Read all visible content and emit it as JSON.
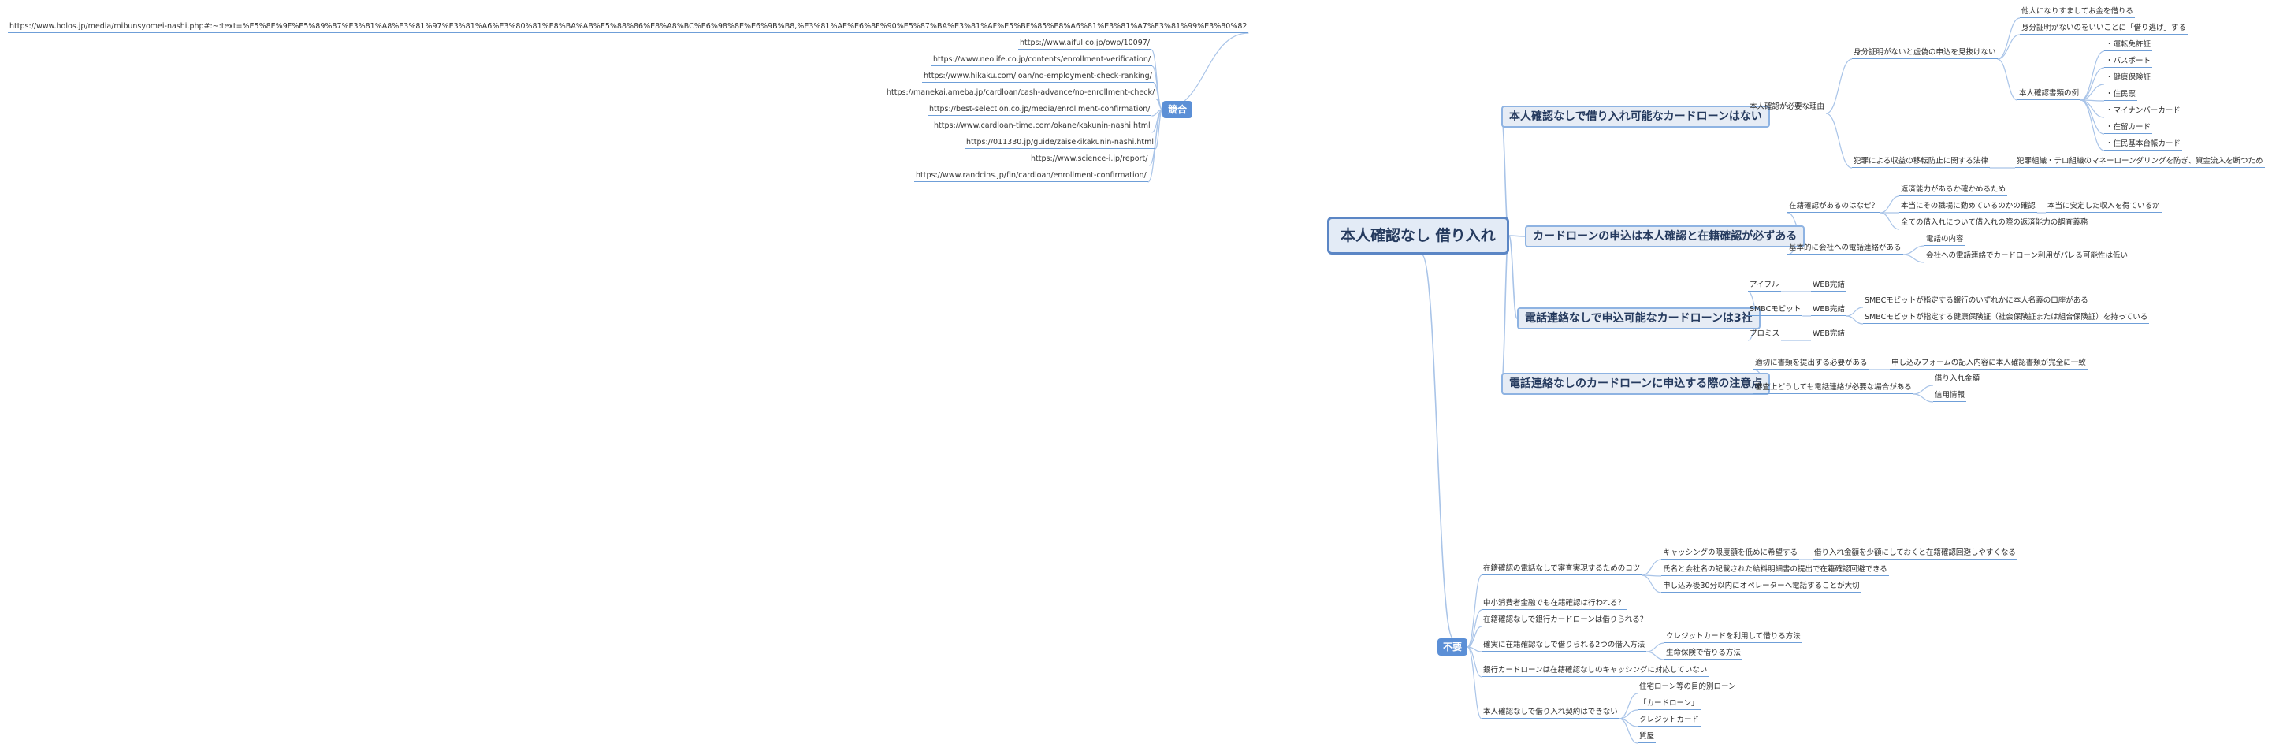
{
  "root": "本人確認なし 借り入れ",
  "main_topics": [
    "本人確認なしで借り入れ可能なカードローンはない",
    "カードローンの申込は本人確認と在籍確認が必ずある",
    "電話連絡なしで申込可能なカードローンは3社",
    "電話連絡なしのカードローンに申込する際の注意点"
  ],
  "t1": {
    "reason": "本人確認が必要な理由",
    "impersonation": "身分証明がないと虚偽の申込を見抜けない",
    "impersonation_items": [
      "他人になりすましてお金を借りる",
      "身分証明がないのをいいことに「借り逃げ」する"
    ],
    "docs": "本人確認書類の例",
    "docs_items": [
      "・運転免許証",
      "・パスポート",
      "・健康保険証",
      "・住民票",
      "・マイナンバーカード",
      "・在留カード",
      "・住民基本台帳カード"
    ],
    "law": "犯罪による収益の移転防止に関する法律",
    "law_item": "犯罪組織・テロ組織のマネーローンダリングを防ぎ、資金流入を断つため"
  },
  "t2": {
    "why": "在籍確認があるのはなぜ？",
    "why_items": [
      "返済能力があるか確かめるため",
      "本当にその職場に勤めているのかの確認",
      "全ての借入れについて借入れの際の返済能力の調査義務"
    ],
    "why_sub": "本当に安定した収入を得ているか",
    "call": "基本的に会社への電話連絡がある",
    "call_items": [
      "電話の内容",
      "会社への電話連絡でカードローン利用がバレる可能性は低い"
    ]
  },
  "t3": {
    "aiful": "アイフル",
    "smbc": "SMBCモビット",
    "promise": "プロミス",
    "web": "WEB完結",
    "smbc_items": [
      "SMBCモビットが指定する銀行のいずれかに本人名義の口座がある",
      "SMBCモビットが指定する健康保険証（社会保険証または組合保険証）を持っている"
    ]
  },
  "t4": {
    "docs": "適切に書類を提出する必要がある",
    "docs_sub": "申し込みフォームの記入内容に本人確認書類が完全に一致",
    "call": "審査上どうしても電話連絡が必要な場合がある",
    "call_items": [
      "借り入れ金額",
      "信用情報"
    ]
  },
  "competition": {
    "label": "競合",
    "urls": [
      "https://www.holos.jp/media/mibunsyomei-nashi.php#:~:text=%E5%8E%9F%E5%89%87%E3%81%A8%E3%81%97%E3%81%A6%E3%80%81%E8%BA%AB%E5%88%86%E8%A8%BC%E6%98%8E%E6%9B%B8,%E3%81%AE%E6%8F%90%E5%87%BA%E3%81%AF%E5%BF%85%E8%A6%81%E3%81%A7%E3%81%99%E3%80%82",
      "https://www.aiful.co.jp/owp/10097/",
      "https://www.neolife.co.jp/contents/enrollment-verification/",
      "https://www.hikaku.com/loan/no-employment-check-ranking/",
      "https://manekai.ameba.jp/cardloan/cash-advance/no-enrollment-check/",
      "https://best-selection.co.jp/media/enrollment-confirmation/",
      "https://www.cardloan-time.com/okane/kakunin-nashi.html",
      "https://011330.jp/guide/zaisekikakunin-nashi.html",
      "https://www.science-i.jp/report/",
      "https://www.randcins.jp/fin/cardloan/enrollment-confirmation/"
    ]
  },
  "unneeded": {
    "label": "不要",
    "items": [
      "在籍確認の電話なしで審査実現するためのコツ",
      "中小消費者金融でも在籍確認は行われる？",
      "在籍確認なしで銀行カードローンは借りられる？",
      "確実に在籍確認なしで借りられる2つの借入方法",
      "銀行カードローンは在籍確認なしのキャッシングに対応していない",
      "本人確認なしで借り入れ契約はできない"
    ],
    "tips": [
      "キャッシングの限度額を低めに希望する",
      "氏名と会社名の記載された給料明細書の提出で在籍確認回避できる",
      "申し込み後30分以内にオペレーターへ電話することが大切"
    ],
    "tips_sub": "借り入れ金額を少額にしておくと在籍確認回避しやすくなる",
    "methods": [
      "クレジットカードを利用して借りる方法",
      "生命保険で借りる方法"
    ],
    "contracts": [
      "住宅ローン等の目的別ローン",
      "「カードローン」",
      "クレジットカード",
      "質屋"
    ]
  }
}
